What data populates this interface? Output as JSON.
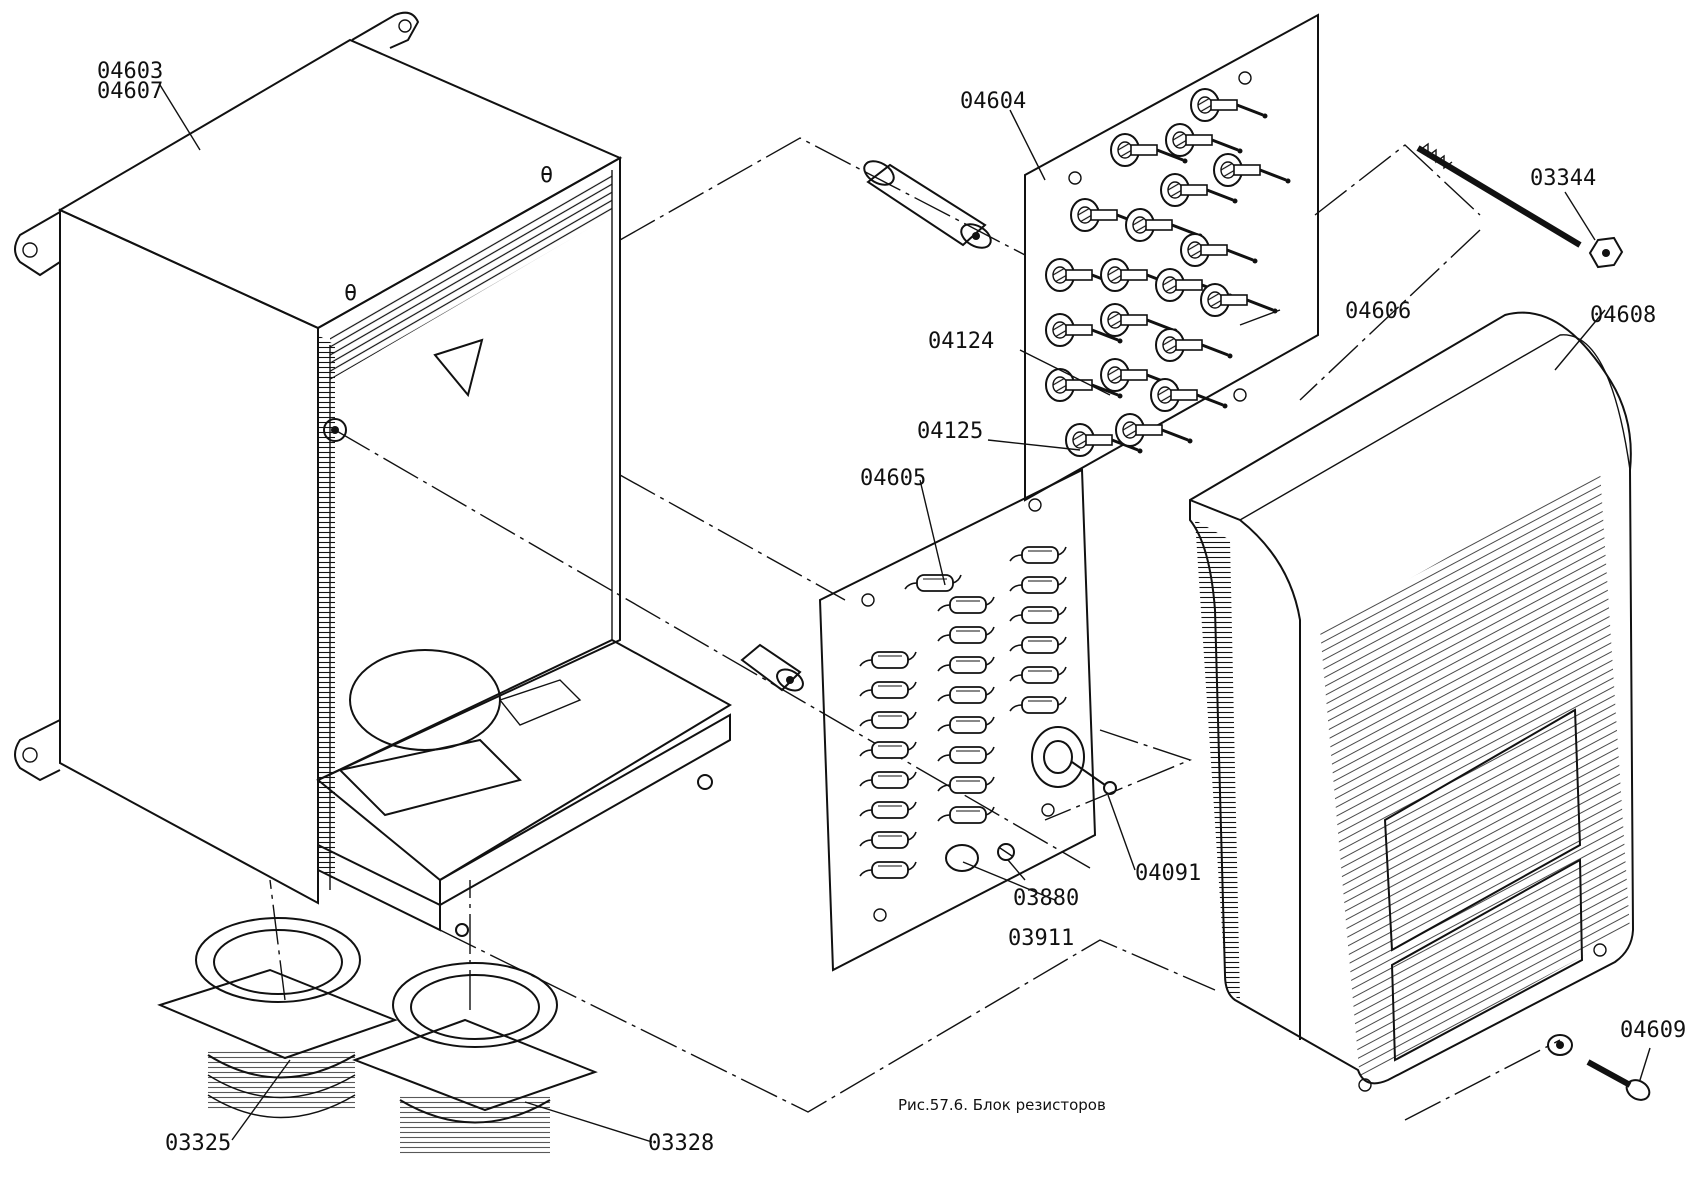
{
  "caption": "Рис.57.6. Блок резисторов",
  "labels": {
    "housing_a": "04603",
    "housing_b": "04607",
    "rear_panel": "04604",
    "standoff_pin": "04124",
    "spacer": "04125",
    "resistor_board": "04605",
    "resistor": "04606",
    "cover": "04608",
    "screw_long": "03344",
    "screw_cover": "04609",
    "terminal": "04091",
    "screw_small": "03880",
    "cable_gland": "03911",
    "bushing_left": "03325",
    "bushing_right": "03328"
  }
}
